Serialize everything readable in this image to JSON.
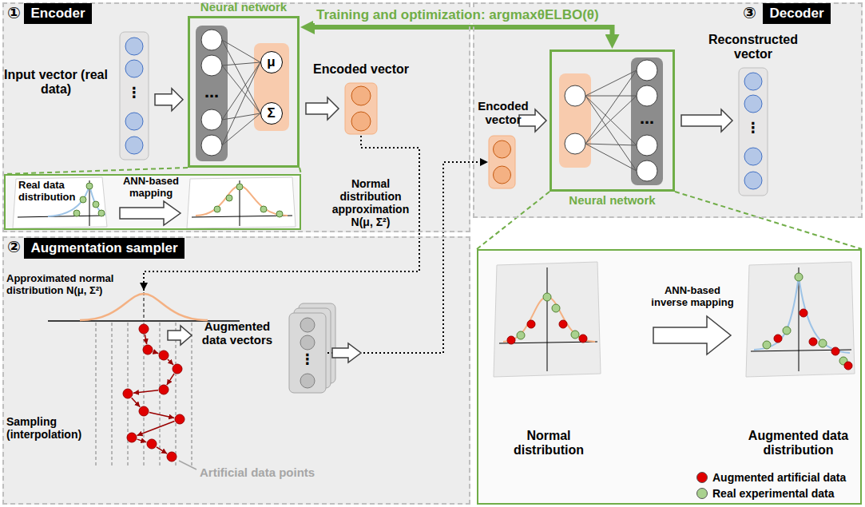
{
  "diagram": {
    "nodes": [
      {
        "text": [
          "①"
        ]
      },
      {
        "text": [
          "Encoder"
        ],
        "in": 0
      },
      {
        "text": [
          "Input vector (real data)"
        ],
        "in": 0
      },
      {
        "text": [
          "Neural network"
        ],
        "in": 0
      },
      {
        "text": [
          "μ"
        ],
        "in": 3
      },
      {
        "text": [
          "Σ"
        ],
        "in": 3
      },
      {
        "text": [
          "Encoded vector"
        ],
        "in": 0
      },
      {
        "text": [
          "Real data distribution",
          "ANN-based mapping"
        ],
        "in": 0
      },
      {
        "text": [
          "②"
        ]
      },
      {
        "text": [
          "Augmentation sampler"
        ],
        "in": 8
      },
      {
        "text": [
          "Augmented data vectors"
        ],
        "in": 8
      },
      {
        "text": [
          "③"
        ]
      },
      {
        "text": [
          "Decoder"
        ],
        "in": 11
      },
      {
        "text": [
          "Encoded vector"
        ],
        "in": 11
      },
      {
        "text": [
          "Neural network"
        ],
        "in": 11
      },
      {
        "text": [
          "Reconstructed vector"
        ],
        "in": 11
      },
      {
        "text": [
          "Normal distribution",
          "ANN-based inverse mapping",
          "Augmented data distribution"
        ]
      }
    ],
    "edges": [
      {
        "from": 2,
        "to": 3,
        "arrow": "to"
      },
      {
        "from": 3,
        "to": 6,
        "arrow": "to"
      },
      {
        "from": 14,
        "to": 3,
        "label": "Training and optimization: argmaxθELBO(θ)",
        "arrow": "both"
      },
      {
        "from": 3,
        "to": 7,
        "arrow": "none"
      },
      {
        "from": 6,
        "to": 8,
        "arrow": "to"
      },
      {
        "from": 10,
        "to": 13,
        "arrow": "to"
      },
      {
        "from": 13,
        "to": 14,
        "arrow": "to"
      },
      {
        "from": 14,
        "to": 15,
        "arrow": "to"
      },
      {
        "from": 14,
        "to": 16,
        "arrow": "none"
      }
    ],
    "labels": [
      "⋮",
      "…",
      "Normal distribution approximation N(μ, Σ²)",
      "Approximated normal distribution N(μ, Σ²)",
      "Sampling (interpolation)",
      "Artificial data points",
      "⋮",
      "…",
      "⋮"
    ],
    "legend": [
      {
        "text": "Augmented artificial data",
        "color": "#e00000"
      },
      {
        "text": "Real experimental data",
        "color": "#a9d18e"
      }
    ]
  }
}
